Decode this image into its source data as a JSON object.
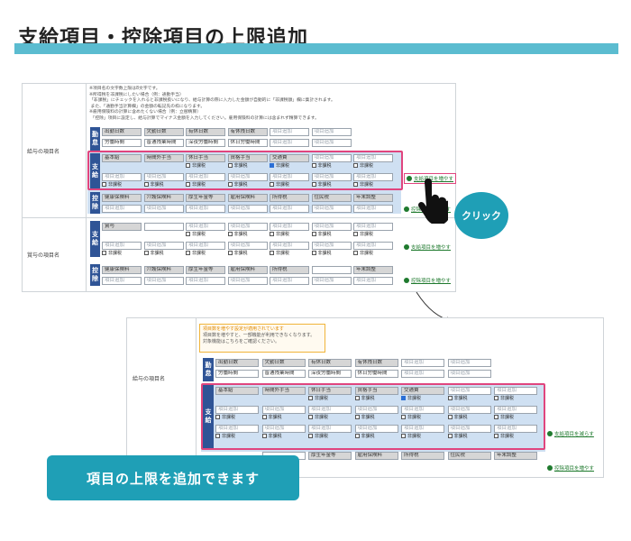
{
  "heading": "支給項目・控除項目の上限追加",
  "s1": {
    "notes": "※項目名の文字数上限は8文字です。\n※所得税を非課税にしたい場合（例：通勤手当）\n「非課税」にチェックを入れると非課税扱いになり、給与計算の際に入力した金額が自動的に「非課税額」欄に集計されます。\n また、「通勤手当計算欄」の金額の転記先の枠になります。\n※雇用保険料の計算に含めたくない場合（例：立替精算）\n 「控除」項目に設定し、給与計算でマイナス金額を入力してください。雇用保険料の計算には含まれず精算できます。",
    "salary_label": "給与の項目名",
    "bonus_label": "賞与の項目名",
    "kintai": "勤怠",
    "shikyu": "支給",
    "kojo": "控除",
    "k1": [
      "出勤日数",
      "欠勤日数",
      "有休日数",
      "有休残日数",
      "項目追加",
      "項目追加"
    ],
    "k2": [
      "労働時間",
      "普通残業時間",
      "深夜労働時間",
      "休日労働時間",
      "項目追加",
      "項目追加"
    ],
    "p1": [
      "基本給",
      "時間外手当",
      "休日手当",
      "資格手当",
      "交通費",
      "項目追加",
      "項目追加"
    ],
    "p2": [
      "項目追加",
      "項目追加",
      "項目追加",
      "項目追加",
      "項目追加",
      "項目追加",
      "項目追加"
    ],
    "c1": [
      "健康保険料",
      "介護保険料",
      "厚生年金等",
      "雇用保険料",
      "所得税",
      "住民税",
      "年末調整"
    ],
    "c2": [
      "項目追加",
      "項目追加",
      "項目追加",
      "項目追加",
      "項目追加",
      "項目追加",
      "項目追加"
    ],
    "b1": [
      "賞与",
      "",
      "項目追加",
      "項目追加",
      "項目追加",
      "項目追加",
      "項目追加"
    ],
    "bc1": [
      "健康保険料",
      "介護保険料",
      "厚生年金等",
      "雇用保険料",
      "所得税",
      "",
      "年末調整"
    ],
    "bc2": [
      "項目追加",
      "項目追加",
      "項目追加",
      "項目追加",
      "項目追加",
      "項目追加",
      "項目追加"
    ],
    "hikazei": "非課税",
    "add_shikyu": "支給項目を増やす",
    "add_kojo": "控除項目を増やす"
  },
  "click_label": "クリック",
  "s2": {
    "notice_title": "項目数を増やす設定が適用されています",
    "notice_body": "項目数を増やすと、一部機能が利用できなくなります。\n対象機能はこちらをご確認ください。",
    "salary_label": "給与の項目名",
    "kintai": "勤怠",
    "shikyu": "支給",
    "k1": [
      "出勤日数",
      "欠勤日数",
      "有休日数",
      "有休残日数",
      "項目追加",
      "項目追加"
    ],
    "k2": [
      "労働時間",
      "普通残業時間",
      "深夜労働時間",
      "休日労働時間",
      "項目追加",
      "項目追加"
    ],
    "p1": [
      "基本給",
      "時間外手当",
      "休日手当",
      "資格手当",
      "交通費",
      "項目追加",
      "項目追加"
    ],
    "p2": [
      "項目追加",
      "項目追加",
      "項目追加",
      "項目追加",
      "項目追加",
      "項目追加",
      "項目追加"
    ],
    "c1": [
      "",
      "厚生年金等",
      "雇用保険料",
      "所得税",
      "住民税",
      "年末調整"
    ],
    "hikazei": "非課税",
    "reduce_shikyu": "支給項目を減らす",
    "add_kojo": "控除項目を増やす"
  },
  "callout": "項目の上限を追加できます",
  "colors": {
    "accent": "#1f9fb6",
    "navy": "#2f5496",
    "highlight": "#e0457e",
    "link": "#1f7a2e"
  }
}
